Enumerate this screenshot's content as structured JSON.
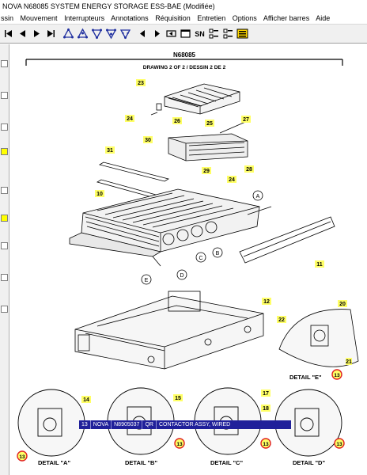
{
  "window": {
    "title": "NOVA   N68085  SYSTEM ENERGY STORAGE ESS-BAE     (Modifiée)"
  },
  "menu": {
    "items": [
      "ssin",
      "Mouvement",
      "Interrupteurs",
      "Annotations",
      "Réquisition",
      "Entretien",
      "Options",
      "Afficher barres",
      "Aide"
    ]
  },
  "toolbar": {
    "sn_label": "SN"
  },
  "drawing": {
    "number": "N68085",
    "subtitle": "DRAWING 2 OF 2  / DESSIN 2 DE 2",
    "callouts": {
      "c23": "23",
      "c24a": "24",
      "c25": "25",
      "c26": "26",
      "c27": "27",
      "c30": "30",
      "c29": "29",
      "c24b": "24",
      "c28": "28",
      "c31": "31",
      "c10": "10",
      "c11": "11",
      "c12": "12",
      "c20": "20",
      "c22": "22",
      "c14": "14",
      "c15": "15",
      "c17": "17",
      "c18": "18",
      "c21": "21"
    },
    "detail_letters": {
      "A": "A",
      "B": "B",
      "C": "C",
      "D": "D",
      "E": "E"
    },
    "highlight": "13",
    "detail_labels": {
      "a": "DETAIL \"A\"",
      "b": "DETAIL \"B\"",
      "c": "DETAIL \"C\"",
      "d": "DETAIL \"D\"",
      "e": "DETAIL \"E\""
    }
  },
  "tooltip": {
    "fields": [
      "13",
      "NOVA",
      "N8905037",
      "QR",
      "CONTACTOR ASSY, WIRED"
    ]
  },
  "colors": {
    "highlight_fill": "#ffff66",
    "highlight_ring": "#e02020",
    "tooltip_bg": "#20209a"
  }
}
